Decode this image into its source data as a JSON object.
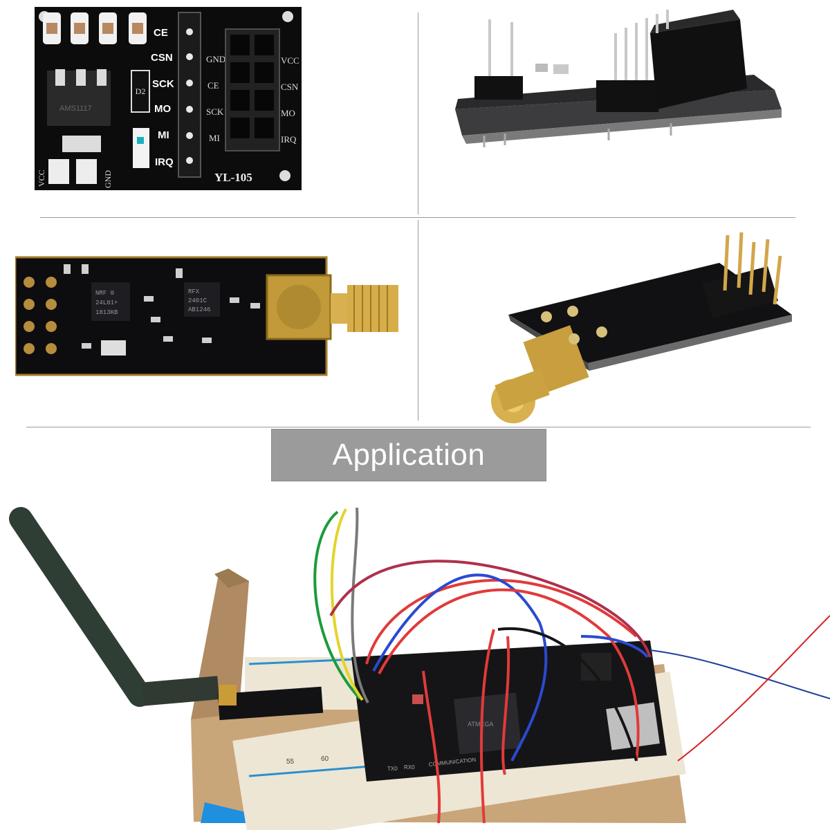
{
  "banner": {
    "label": "Application"
  },
  "adapter": {
    "left_labels": [
      "CE",
      "CSN",
      "SCK",
      "MO",
      "MI",
      "IRQ"
    ],
    "socket_left": [
      "GND",
      "CE",
      "SCK",
      "MI"
    ],
    "socket_right": [
      "VCC",
      "CSN",
      "MO",
      "IRQ"
    ],
    "model": "YL-105",
    "power_left": "VCC",
    "power_right": "GND",
    "diode": "D2"
  },
  "module": {
    "chip1": [
      "NRF 0",
      "24L01+",
      "1813KB"
    ],
    "chip2": [
      "RFX",
      "2401C",
      "AB1246"
    ]
  },
  "application": {
    "breadboard_numbers": [
      "55",
      "60"
    ],
    "board_text": [
      "ATMEGA",
      "TX0",
      "RX0",
      "COMMUNICATION"
    ]
  }
}
